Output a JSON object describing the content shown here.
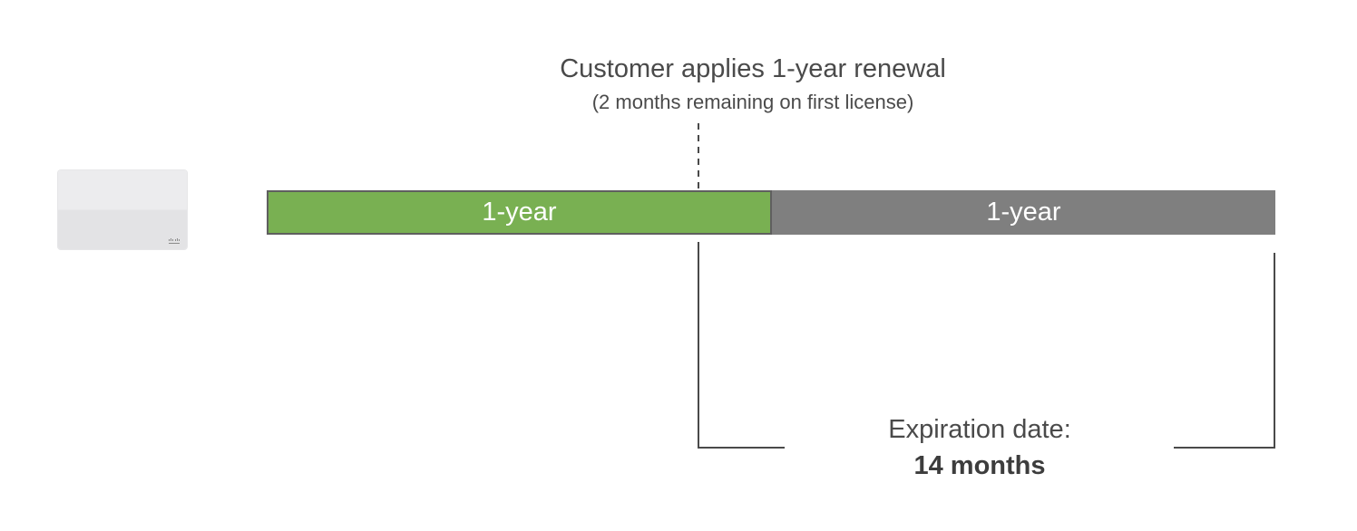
{
  "renewal": {
    "title": "Customer applies 1-year renewal",
    "subtitle": "(2 months remaining on first license)"
  },
  "timeline": {
    "segments": [
      {
        "label": "1-year",
        "color": "#79b052"
      },
      {
        "label": "1-year",
        "color": "#7f7f7f"
      }
    ]
  },
  "expiration": {
    "label": "Expiration date:",
    "value": "14 months"
  }
}
